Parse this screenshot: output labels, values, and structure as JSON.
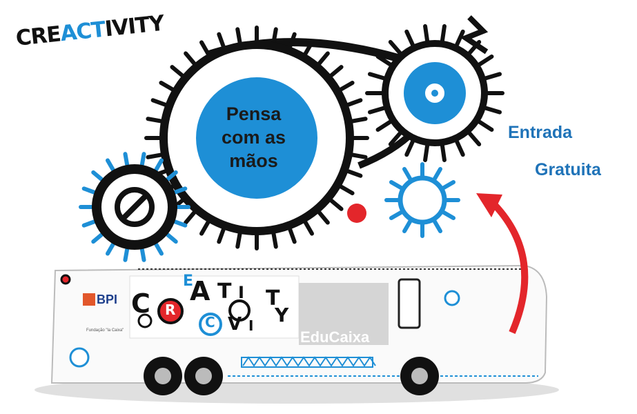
{
  "logo": {
    "pre": "CRE",
    "accent": "ACT",
    "post": "IVITY"
  },
  "slogan": {
    "line1": "Pensa",
    "line2": "com as",
    "line3": "mãos"
  },
  "entry": {
    "line1": "Entrada",
    "line2": "Gratuita"
  },
  "bus": {
    "sponsor1": "BPI",
    "sponsor2": "Fundação \"la Caixa\"",
    "brand": "EduCaixa",
    "letters": [
      "C",
      "R",
      "E",
      "A",
      "T",
      "I",
      "C",
      "V",
      "I",
      "T",
      "Y"
    ]
  },
  "colors": {
    "blue": "#1e8fd6",
    "red": "#e3262b",
    "black": "#111111",
    "text_blue": "#1f73b8"
  }
}
